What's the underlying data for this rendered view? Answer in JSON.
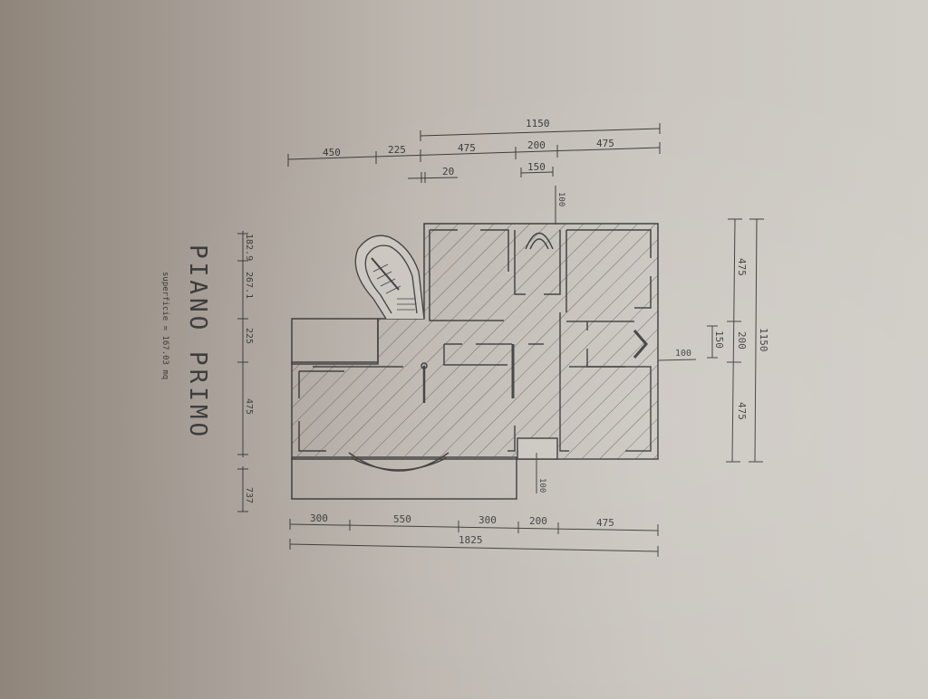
{
  "plan": {
    "title": "PIANO PRIMO",
    "subtitle": "superficie = 167.03 mq",
    "colors": {
      "paper": "#c9c4be",
      "ink": "#3a3a3a",
      "hatch": "#5a5a5a"
    }
  },
  "dimensions": {
    "top_total": "1150",
    "top_row": [
      "450",
      "225",
      "475",
      "200",
      "475"
    ],
    "top_small": [
      "20",
      "150"
    ],
    "top_marker": "100",
    "left_column": [
      "182.9",
      "267.1",
      "225",
      "475",
      "737"
    ],
    "bottom_row": [
      "300",
      "550",
      "300",
      "200",
      "475"
    ],
    "bottom_total": "1825",
    "bottom_marker": "100",
    "right_column": [
      "475",
      "200",
      "475"
    ],
    "right_total": "1150",
    "right_small": "150",
    "right_marker": "100"
  }
}
